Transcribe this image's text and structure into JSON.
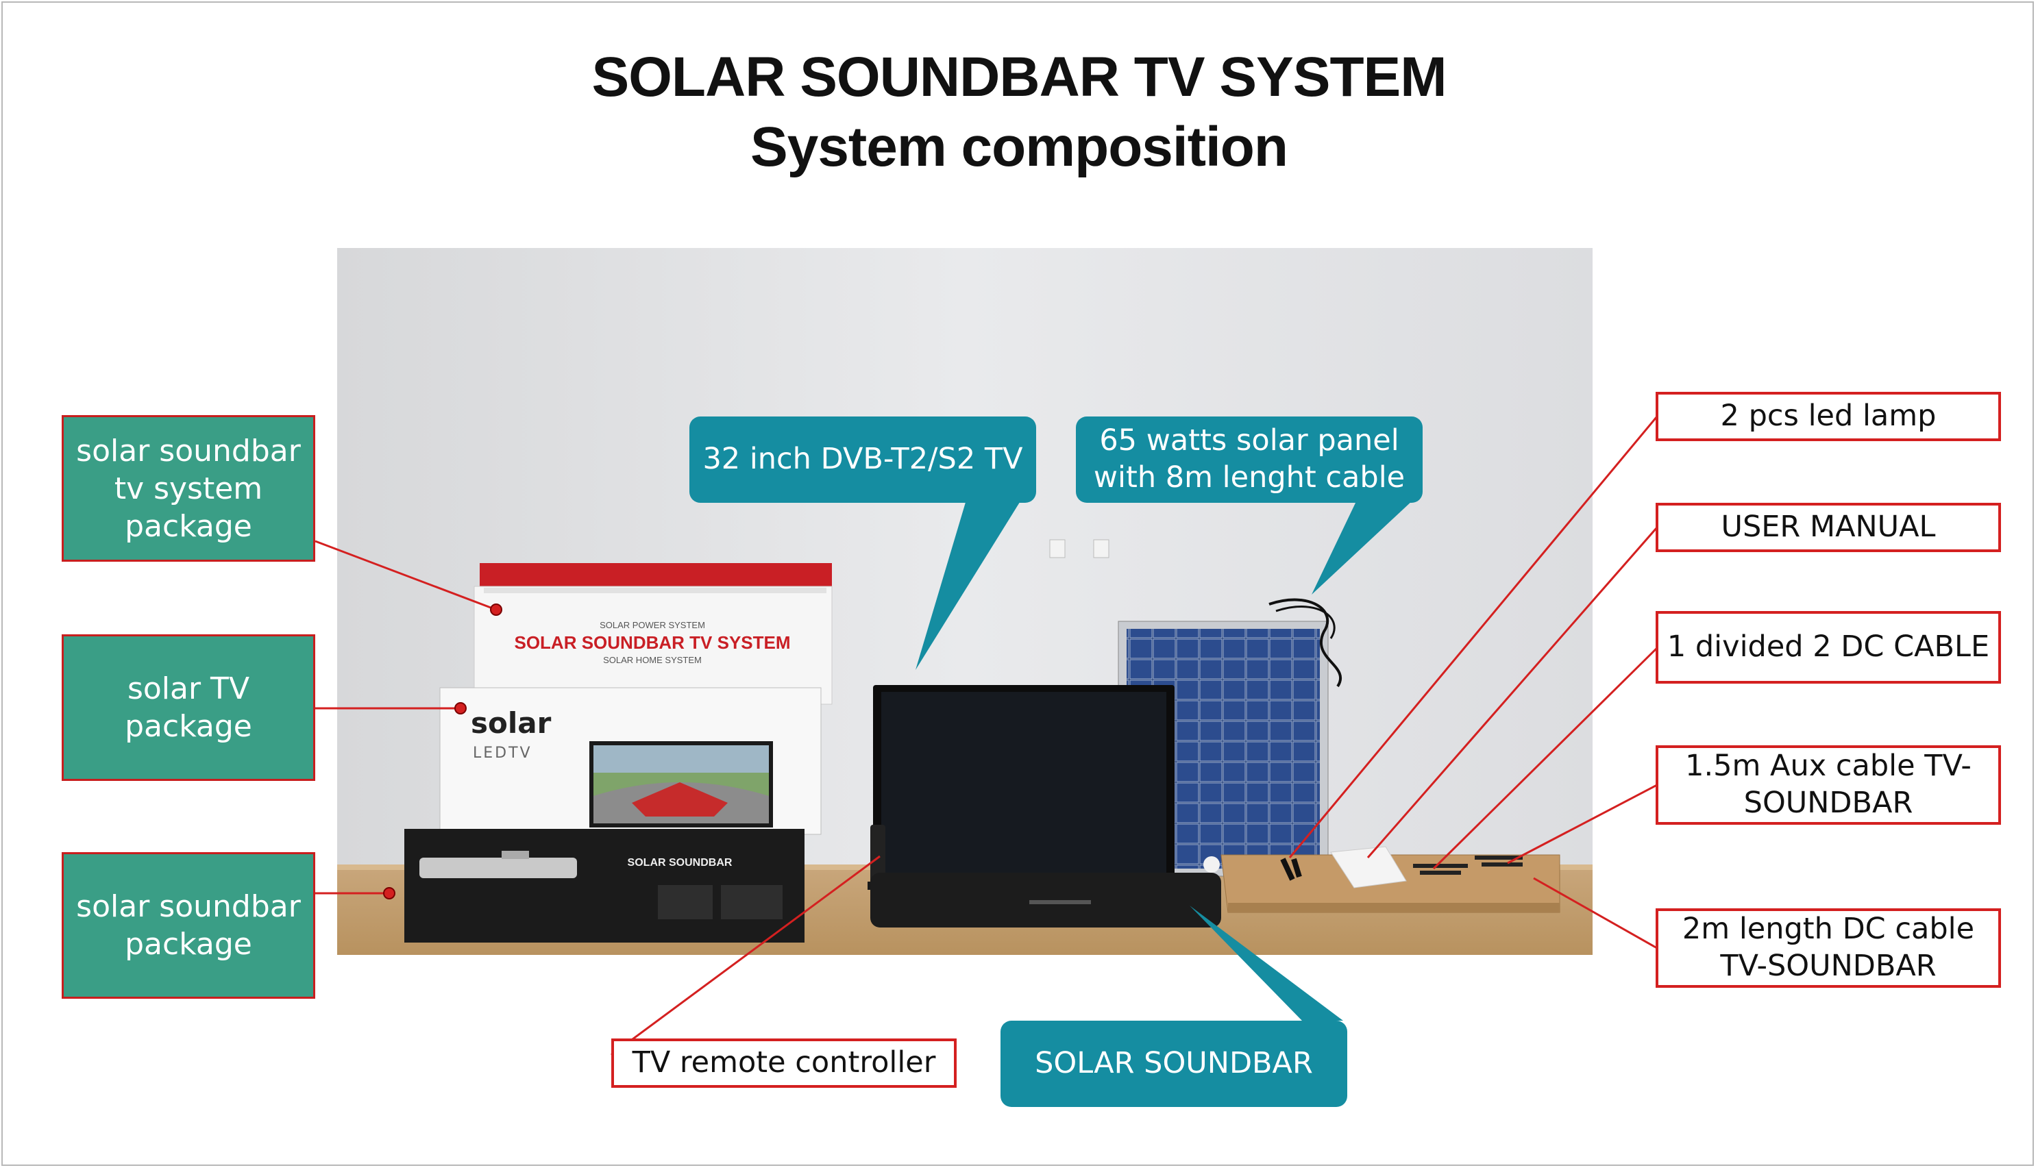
{
  "header": {
    "title": "SOLAR SOUNDBAR TV SYSTEM",
    "subtitle": "System composition"
  },
  "photo": {
    "top_box": {
      "brand_line": "SOLAR POWER SYSTEM",
      "title": "SOLAR SOUNDBAR TV SYSTEM",
      "subline": "SOLAR HOME SYSTEM"
    },
    "tv_box": {
      "brand": "solar",
      "sub": "LEDTV"
    },
    "soundbar_box": {
      "label": "SOLAR SOUNDBAR"
    }
  },
  "left_labels": [
    {
      "text": "solar soundbar tv system package"
    },
    {
      "text": "solar TV package"
    },
    {
      "text": "solar soundbar package"
    }
  ],
  "callouts": {
    "tv": "32 inch DVB-T2/S2 TV",
    "panel": "65 watts solar panel with 8m lenght cable",
    "soundbar": "SOLAR SOUNDBAR"
  },
  "right_labels": [
    {
      "text": "2 pcs led lamp"
    },
    {
      "text": "USER MANUAL"
    },
    {
      "text": "1 divided 2 DC CABLE"
    },
    {
      "text": "1.5m Aux cable TV-SOUNDBAR"
    },
    {
      "text": "2m length DC cable TV-SOUNDBAR"
    }
  ],
  "bottom_labels": {
    "remote": "TV remote controller"
  },
  "colors": {
    "green_label": "#3a9e86",
    "teal_callout": "#158da1",
    "red_line": "#d42020"
  }
}
